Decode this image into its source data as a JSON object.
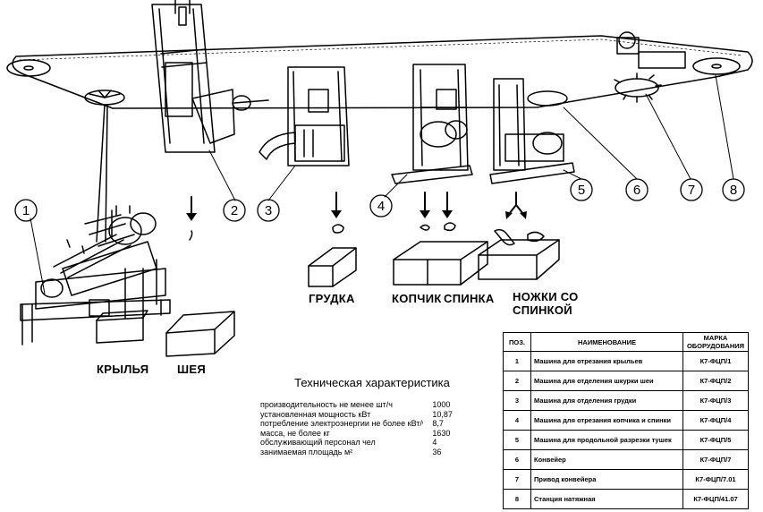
{
  "callouts": [
    "1",
    "2",
    "3",
    "4",
    "5",
    "6",
    "7",
    "8"
  ],
  "products": {
    "wings": "КРЫЛЬЯ",
    "neck": "ШЕЯ",
    "breast": "ГРУДКА",
    "tail": "КОПЧИК",
    "back": "СПИНКА",
    "legs_line1": "НОЖКИ СО",
    "legs_line2": "СПИНКОЙ"
  },
  "spec": {
    "title": "Техническая характеристика",
    "rows": [
      {
        "name": "производительность не менее шт/ч",
        "value": "1000"
      },
      {
        "name": "установленная мощность кВт",
        "value": "10,87"
      },
      {
        "name": "потребление электроэнергии не более кВт/ч",
        "value": "8,7"
      },
      {
        "name": "масса, не более кг",
        "value": "1630"
      },
      {
        "name": "обслуживающий персонал чел",
        "value": "4"
      },
      {
        "name": "занимаемая площадь м²",
        "value": "36"
      }
    ]
  },
  "equipment_table": {
    "headers": {
      "pos": "ПОЗ.",
      "name": "НАИМЕНОВАНИЕ",
      "mark": "МАРКА ОБОРУДОВАНИЯ"
    },
    "rows": [
      {
        "pos": "1",
        "name": "Машина для отрезания крыльев",
        "mark": "К7-ФЦП/1"
      },
      {
        "pos": "2",
        "name": "Машина для отделения шкурки шеи",
        "mark": "К7-ФЦП/2"
      },
      {
        "pos": "3",
        "name": "Машина для отделения грудки",
        "mark": "К7-ФЦП/3"
      },
      {
        "pos": "4",
        "name": "Машина для отрезания копчика и спинки",
        "mark": "К7-ФЦП/4"
      },
      {
        "pos": "5",
        "name": "Машина для продольной разрезки тушек",
        "mark": "К7-ФЦП/5"
      },
      {
        "pos": "6",
        "name": "Конвейер",
        "mark": "К7-ФЦП/7"
      },
      {
        "pos": "7",
        "name": "Привод конвейера",
        "mark": "К7-ФЦП/7.01"
      },
      {
        "pos": "8",
        "name": "Станция натяжная",
        "mark": "К7-ФЦП/41.07"
      }
    ]
  },
  "colors": {
    "ink": "#000000",
    "paper": "#ffffff"
  }
}
